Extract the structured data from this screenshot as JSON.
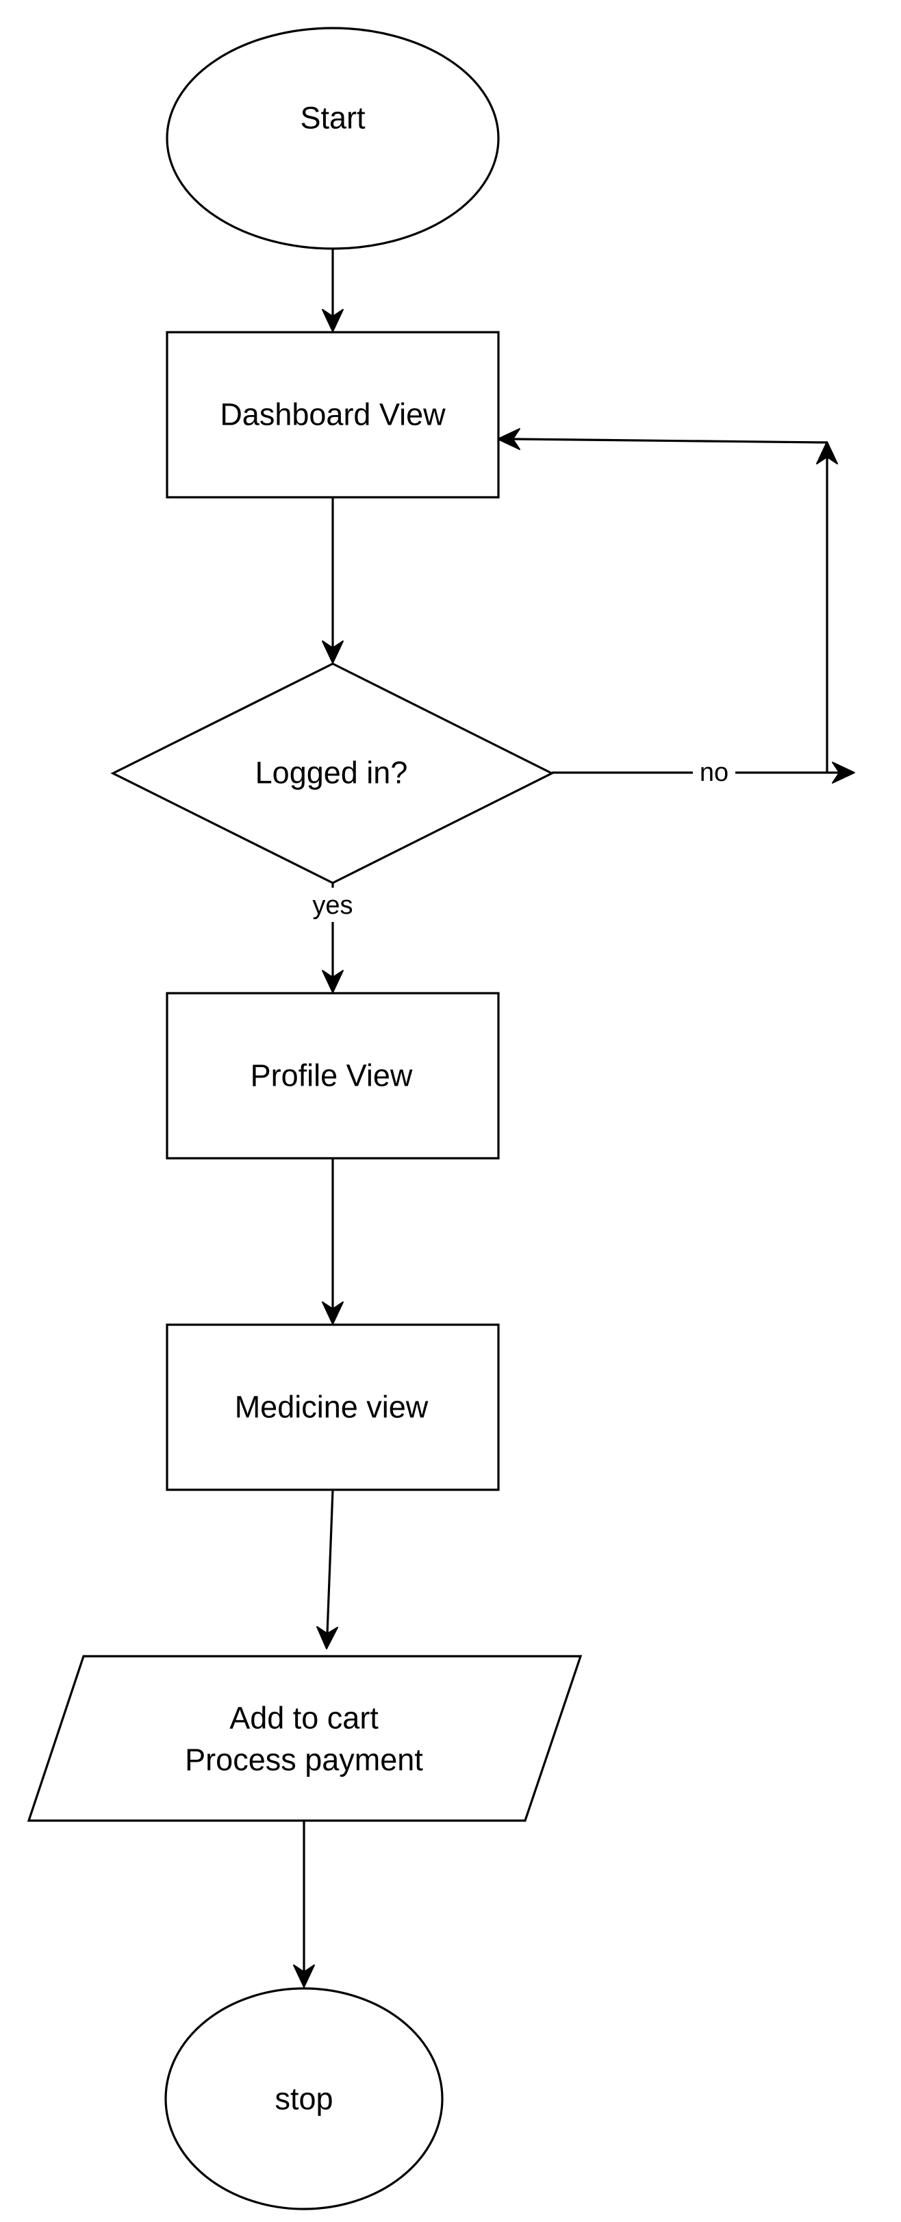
{
  "nodes": {
    "start": {
      "label": "Start",
      "shape": "ellipse"
    },
    "dashboard": {
      "label": "Dashboard View",
      "shape": "rectangle"
    },
    "logged_in": {
      "label": "Logged in?",
      "shape": "diamond"
    },
    "profile": {
      "label": "Profile View",
      "shape": "rectangle"
    },
    "medicine": {
      "label": "Medicine view",
      "shape": "rectangle"
    },
    "cart": {
      "label_lines": [
        "Add to cart",
        "Process payment"
      ],
      "shape": "parallelogram"
    },
    "stop": {
      "label": "stop",
      "shape": "ellipse"
    }
  },
  "edges": {
    "start_to_dashboard": {
      "from": "start",
      "to": "dashboard"
    },
    "dashboard_to_logged_in": {
      "from": "dashboard",
      "to": "logged_in"
    },
    "logged_in_no": {
      "from": "logged_in",
      "to": "dashboard",
      "label": "no"
    },
    "logged_in_yes": {
      "from": "logged_in",
      "to": "profile",
      "label": "yes"
    },
    "profile_to_medicine": {
      "from": "profile",
      "to": "medicine"
    },
    "medicine_to_cart": {
      "from": "medicine",
      "to": "cart"
    },
    "cart_to_stop": {
      "from": "cart",
      "to": "stop"
    }
  },
  "colors": {
    "stroke": "#000000",
    "fill": "#ffffff",
    "background": "#ffffff"
  }
}
